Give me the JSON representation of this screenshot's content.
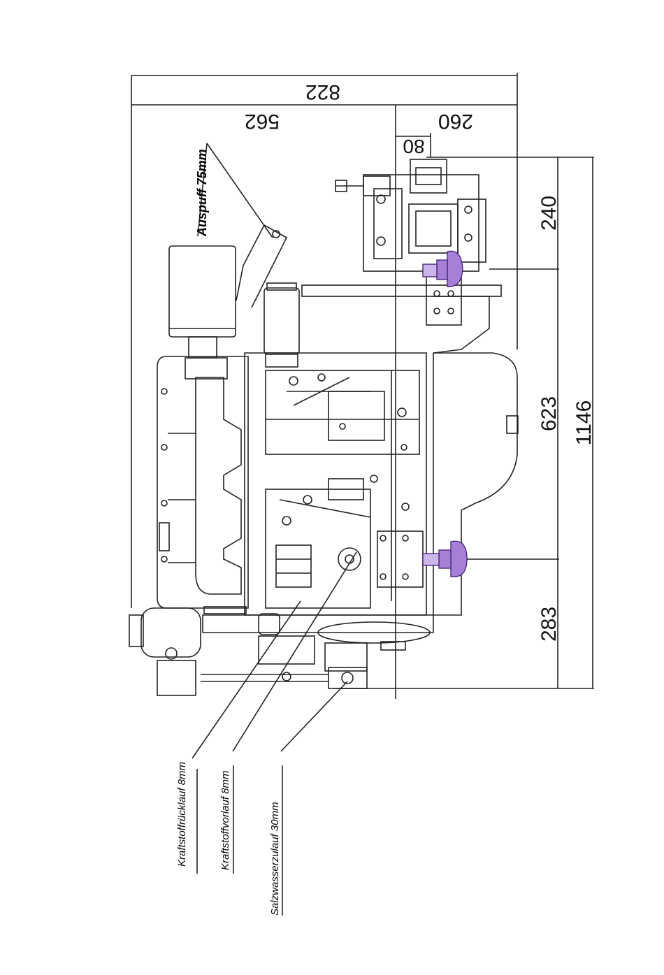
{
  "dimensions": {
    "total_width": "822",
    "left_width": "562",
    "right_width": "260",
    "flange": "80",
    "h_top": "240",
    "h_mid": "623",
    "h_bottom": "283",
    "h_total": "1146"
  },
  "labels": {
    "exhaust": "Auspuff 75mm",
    "fuel_return": "Kraftstoffrücklauf 8mm",
    "fuel_supply": "Kraftstoffvorlauf 8mm",
    "saltwater_intake": "Salzwasserzulauf 30mm"
  },
  "colors": {
    "line": "#222222",
    "accent": "#7a3fb0"
  }
}
